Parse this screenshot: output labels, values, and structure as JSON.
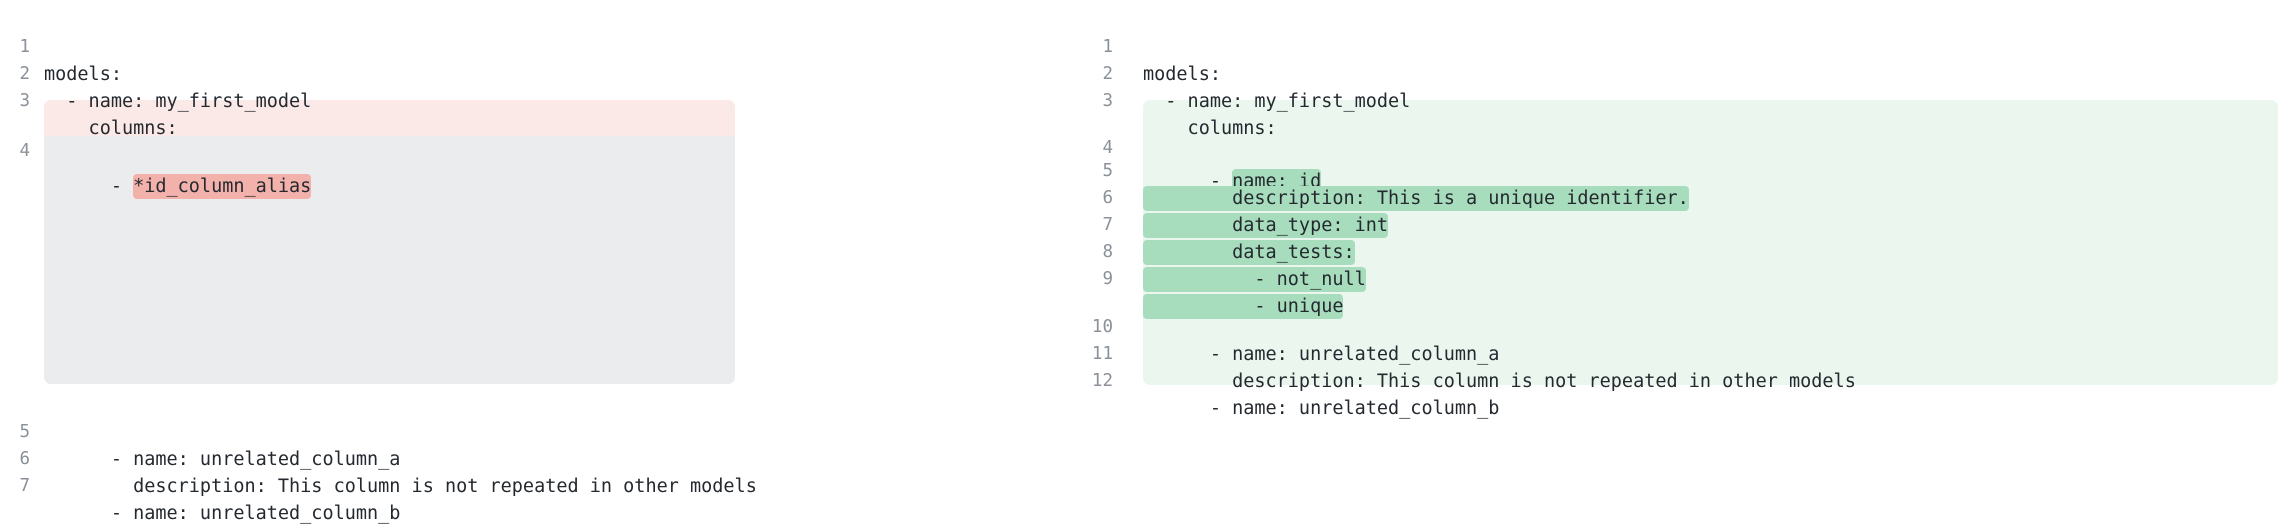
{
  "diff": {
    "kind": "side-by-side-yaml-diff",
    "colors": {
      "text": "#24292f",
      "gutter_text": "#8a9199",
      "removed_row_bg": "#fbe9e7",
      "removed_token_bg": "#f3b1ab",
      "added_row_bg": "#ebf6ee",
      "added_token_bg": "#a7dcbd",
      "placeholder_bg": "#ebecee",
      "page_bg": "#ffffff"
    }
  },
  "left_panel": {
    "name": "before-version",
    "lines": [
      {
        "number": "1",
        "text": "models:",
        "state": "context",
        "highlight": ""
      },
      {
        "number": "2",
        "text": "  - name: my_first_model",
        "state": "context",
        "highlight": ""
      },
      {
        "number": "3",
        "text": "    columns:",
        "state": "context",
        "highlight": ""
      },
      {
        "number": "4",
        "prefix": "      - ",
        "highlight": "*id_column_alias",
        "text": "      - *id_column_alias",
        "state": "removed"
      },
      {
        "number": "5",
        "text": "      - name: unrelated_column_a",
        "state": "context",
        "highlight": ""
      },
      {
        "number": "6",
        "text": "        description: This column is not repeated in other models",
        "state": "context",
        "highlight": ""
      },
      {
        "number": "7",
        "text": "      - name: unrelated_column_b",
        "state": "context",
        "highlight": ""
      }
    ],
    "placeholder": {
      "label": "empty-gap-filler"
    }
  },
  "right_panel": {
    "name": "after-version",
    "lines": [
      {
        "number": "1",
        "text": "models:",
        "state": "context",
        "prefix": "",
        "highlight": ""
      },
      {
        "number": "2",
        "text": "  - name: my_first_model",
        "state": "context",
        "prefix": "",
        "highlight": ""
      },
      {
        "number": "3",
        "text": "    columns:",
        "state": "context",
        "prefix": "",
        "highlight": ""
      },
      {
        "number": "4",
        "state": "added",
        "prefix": "      - ",
        "highlight": "name: id",
        "text": "      - name: id"
      },
      {
        "number": "5",
        "state": "added",
        "prefix": "",
        "highlight": "        description: This is a unique identifier.",
        "text": "        description: This is a unique identifier."
      },
      {
        "number": "6",
        "state": "added",
        "prefix": "",
        "highlight": "        data_type: int",
        "text": "        data_type: int"
      },
      {
        "number": "7",
        "state": "added",
        "prefix": "",
        "highlight": "        data_tests:",
        "text": "        data_tests:"
      },
      {
        "number": "8",
        "state": "added",
        "prefix": "",
        "highlight": "          - not_null",
        "text": "          - not_null"
      },
      {
        "number": "9",
        "state": "added",
        "prefix": "",
        "highlight": "          - unique",
        "text": "          - unique"
      },
      {
        "number": "10",
        "state": "context",
        "prefix": "",
        "highlight": "",
        "text": "      - name: unrelated_column_a"
      },
      {
        "number": "11",
        "state": "context",
        "prefix": "",
        "highlight": "",
        "text": "        description: This column is not repeated in other models"
      },
      {
        "number": "12",
        "state": "context",
        "prefix": "",
        "highlight": "",
        "text": "      - name: unrelated_column_b"
      }
    ]
  }
}
